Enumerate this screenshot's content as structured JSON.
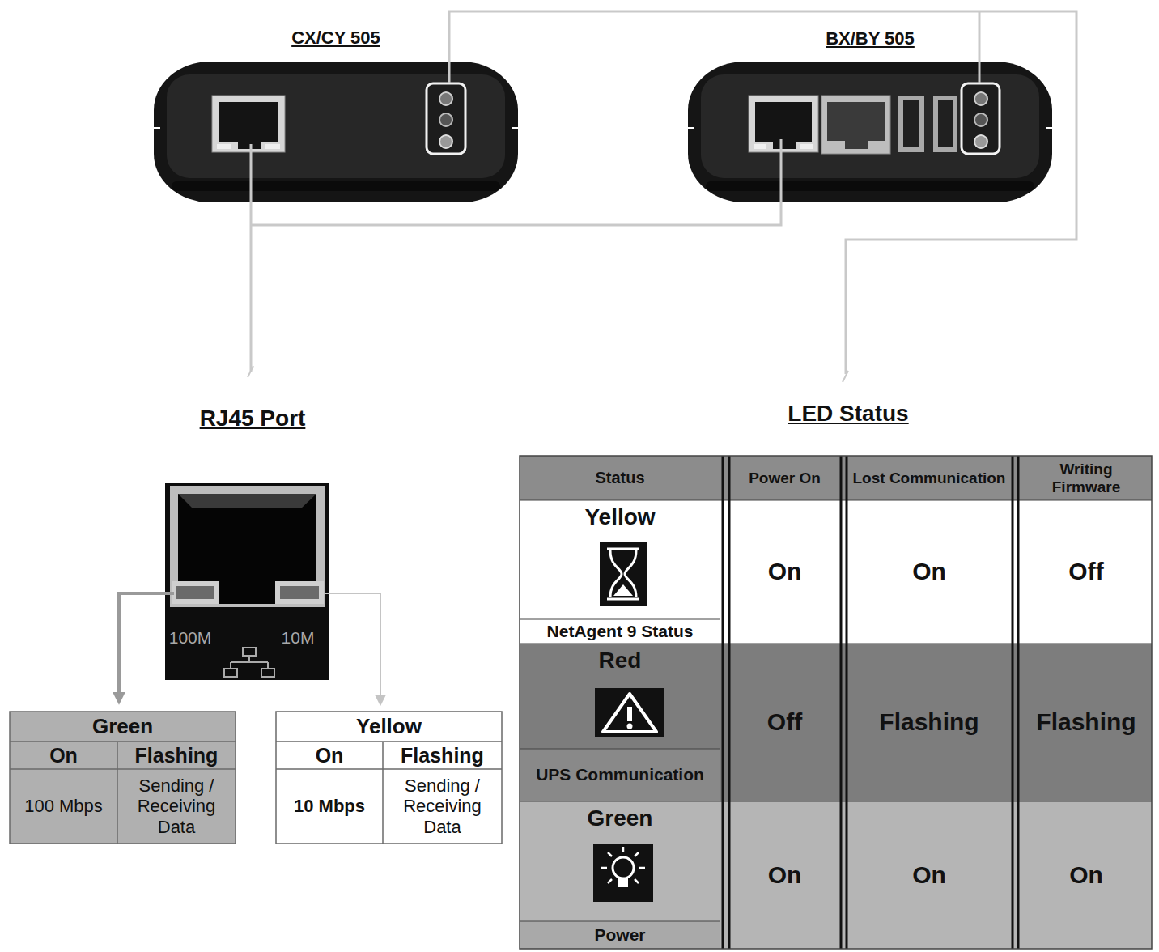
{
  "diagram": {
    "nodes": [
      {
        "text": [
          "CX/CY 505"
        ]
      },
      {
        "text": [
          "BX/BY 505"
        ]
      },
      {
        "text": [
          "Green",
          "On",
          "Flashing",
          "100 Mbps",
          "Sending / Receiving Data"
        ]
      },
      {
        "text": [
          "Yellow",
          "On",
          "Flashing",
          "10 Mbps",
          "Sending / Receiving Data"
        ]
      },
      {
        "text": [
          "Status",
          "Power On",
          "Lost Communication",
          "Writing Firmware",
          "Yellow",
          "NetAgent 9 Status",
          "On",
          "On",
          "Off",
          "Red",
          "UPS Communication",
          "Off",
          "Flashing",
          "Flashing",
          "Green",
          "Power",
          "On",
          "On",
          "On"
        ]
      }
    ],
    "labels": [
      "RJ45 Port",
      "LED Status",
      "100M",
      "10M"
    ]
  }
}
